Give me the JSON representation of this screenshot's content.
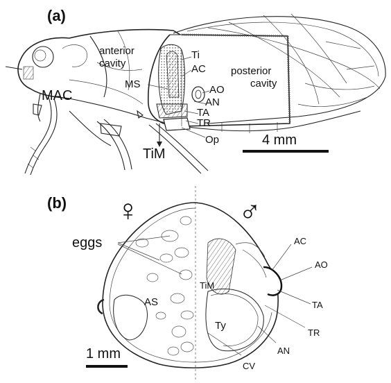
{
  "panel_a": {
    "panel_label": "(a)",
    "labels": {
      "anterior_cavity_line1": "anterior",
      "anterior_cavity_line2": "cavity",
      "posterior_cavity_line1": "posterior",
      "posterior_cavity_line2": "cavity",
      "Ti": "Ti",
      "AC": "AC",
      "MS": "MS",
      "AO": "AO",
      "AN": "AN",
      "TA": "TA",
      "TR": "TR",
      "MAC": "MAC",
      "Op": "Op",
      "TiM": "TiM"
    },
    "scale_bar_label": "4 mm"
  },
  "panel_b": {
    "panel_label": "(b)",
    "female_symbol": "♀",
    "male_symbol": "♂",
    "labels": {
      "eggs": "eggs",
      "AS": "AS",
      "TiM": "TiM",
      "Ty": "Ty",
      "AC": "AC",
      "AO": "AO",
      "TA": "TA",
      "TR": "TR",
      "AN": "AN",
      "CV": "CV"
    },
    "scale_bar_label": "1 mm"
  }
}
